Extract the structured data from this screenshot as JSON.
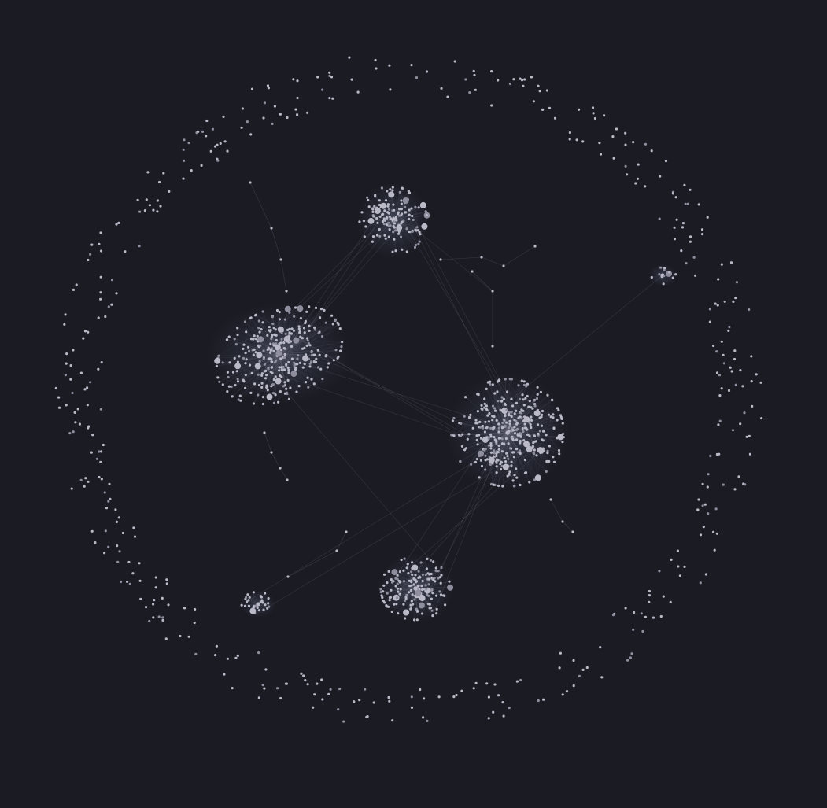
{
  "view": {
    "background_color": "#1b1b23",
    "node_color": "#b9b9c7",
    "node_dim_color": "#8e8e9e",
    "edge_color": "#6a6a7a",
    "cluster_glow_color": "#5a6a86"
  },
  "graph": {
    "layout": "force-directed",
    "labels_visible": false,
    "hubs": [
      "cluster-hub-top",
      "cluster-hub-left",
      "cluster-hub-center-right",
      "cluster-hub-bottom",
      "cluster-hub-small-left",
      "cluster-hub-small-right"
    ],
    "orphan_ring": true
  }
}
